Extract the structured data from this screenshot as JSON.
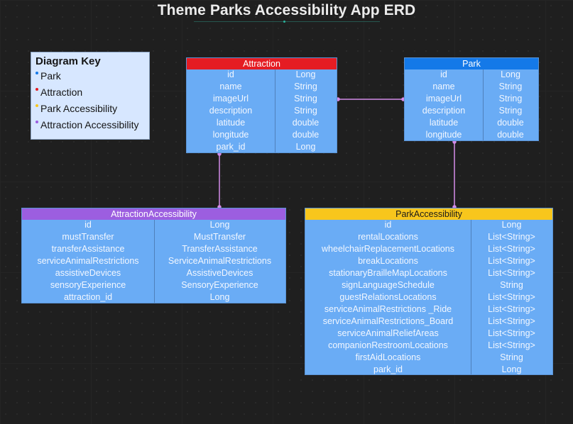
{
  "title": "Theme Parks Accessibility App ERD",
  "colors": {
    "park": "#1479e8",
    "attraction": "#e51c23",
    "park_accessibility": "#f8c61c",
    "attraction_accessibility": "#9c5ee0",
    "table_body": "#6aacf5",
    "connector": "#d48be8"
  },
  "key": {
    "title": "Diagram Key",
    "items": [
      {
        "label": "Park",
        "color": "#1479e8"
      },
      {
        "label": "Attraction",
        "color": "#e51c23"
      },
      {
        "label": "Park Accessibility",
        "color": "#f8c61c"
      },
      {
        "label": "Attraction Accessibility",
        "color": "#9c5ee0"
      }
    ]
  },
  "entities": {
    "attraction": {
      "name": "Attraction",
      "fields": [
        {
          "name": "id",
          "type": "Long"
        },
        {
          "name": "name",
          "type": "String"
        },
        {
          "name": "imageUrl",
          "type": "String"
        },
        {
          "name": "description",
          "type": "String"
        },
        {
          "name": "latitude",
          "type": "double"
        },
        {
          "name": "longitude",
          "type": "double"
        },
        {
          "name": "park_id",
          "type": "Long"
        }
      ]
    },
    "park": {
      "name": "Park",
      "fields": [
        {
          "name": "id",
          "type": "Long"
        },
        {
          "name": "name",
          "type": "String"
        },
        {
          "name": "imageUrl",
          "type": "String"
        },
        {
          "name": "description",
          "type": "String"
        },
        {
          "name": "latitude",
          "type": "double"
        },
        {
          "name": "longitude",
          "type": "double"
        }
      ]
    },
    "attraction_accessibility": {
      "name": "AttractionAccessibility",
      "fields": [
        {
          "name": "id",
          "type": "Long"
        },
        {
          "name": "mustTransfer",
          "type": "MustTransfer"
        },
        {
          "name": "transferAssistance",
          "type": "TransferAssistance"
        },
        {
          "name": "serviceAnimalRestrictions",
          "type": "ServiceAnimalRestrictions"
        },
        {
          "name": "assistiveDevices",
          "type": "AssistiveDevices"
        },
        {
          "name": "sensoryExperience",
          "type": "SensoryExperience"
        },
        {
          "name": "attraction_id",
          "type": "Long"
        }
      ]
    },
    "park_accessibility": {
      "name": "ParkAccessibility",
      "fields": [
        {
          "name": "id",
          "type": "Long"
        },
        {
          "name": "rentalLocations",
          "type": "List<String>"
        },
        {
          "name": "wheelchairReplacementLocations",
          "type": "List<String>"
        },
        {
          "name": "breakLocations",
          "type": "List<String>"
        },
        {
          "name": "stationaryBrailleMapLocations",
          "type": "List<String>"
        },
        {
          "name": "signLanguageSchedule",
          "type": "String"
        },
        {
          "name": "guestRelationsLocations",
          "type": "List<String>"
        },
        {
          "name": "serviceAnimalRestrictions _Ride",
          "type": "List<String>"
        },
        {
          "name": "serviceAnimalRestrictions_Board",
          "type": "List<String>"
        },
        {
          "name": "serviceAnimalReliefAreas",
          "type": "List<String>"
        },
        {
          "name": "companionRestroomLocations",
          "type": "List<String>"
        },
        {
          "name": "firstAidLocations",
          "type": "String"
        },
        {
          "name": "park_id",
          "type": "Long"
        }
      ]
    }
  }
}
